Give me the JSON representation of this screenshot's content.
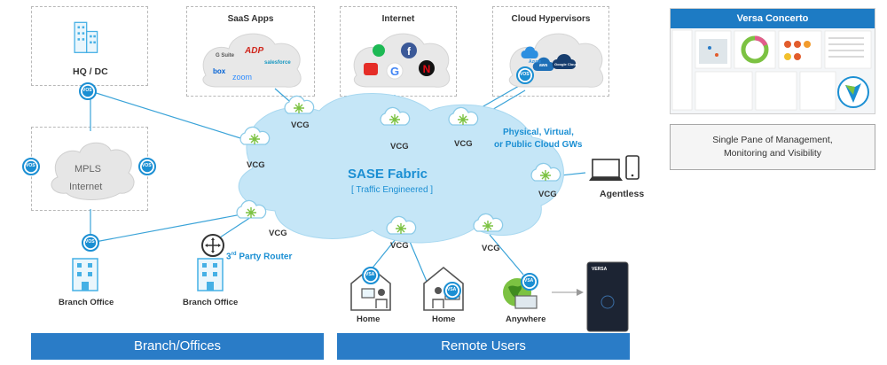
{
  "boxes": {
    "hq": "HQ / DC",
    "saas": "SaaS Apps",
    "internet": "Internet",
    "cloud_hypervisors": "Cloud Hypervisors",
    "mpls_line1": "MPLS",
    "mpls_line2": "Internet"
  },
  "saas_logos": {
    "gsuite": "G Suite",
    "adp": "ADP",
    "salesforce": "salesforce",
    "box": "box",
    "zoom": "zoom"
  },
  "cloud_logos": {
    "azure": "Azure",
    "aws": "aws",
    "gcp": "Google Cloud"
  },
  "fabric": {
    "title": "SASE Fabric",
    "subtitle": "[ Traffic Engineered ]"
  },
  "gateway_label": "VCG",
  "cloud_gws": {
    "line1": "Physical, Virtual,",
    "line2": "or Public Cloud GWs"
  },
  "badges": {
    "vos": "VOS",
    "vsa": "VSA"
  },
  "third_party": {
    "prefix": "3",
    "sup": "rd",
    "rest": " Party Router"
  },
  "sites": {
    "branch1": "Branch Office",
    "branch2": "Branch Office",
    "home1": "Home",
    "home2": "Home",
    "anywhere": "Anywhere",
    "agentless": "Agentless"
  },
  "versa_brand": "VERSA",
  "bottom_bars": {
    "branch": "Branch/Offices",
    "remote": "Remote Users"
  },
  "concerto": {
    "title": "Versa Concerto"
  },
  "pane": {
    "line1": "Single Pane of Management,",
    "line2": "Monitoring and Visibility"
  },
  "colors": {
    "accent_blue": "#1b8fd3",
    "bar_blue": "#2a7cc7",
    "cloud_blue": "#bfe3f6",
    "gateway_green": "#7cc242"
  }
}
